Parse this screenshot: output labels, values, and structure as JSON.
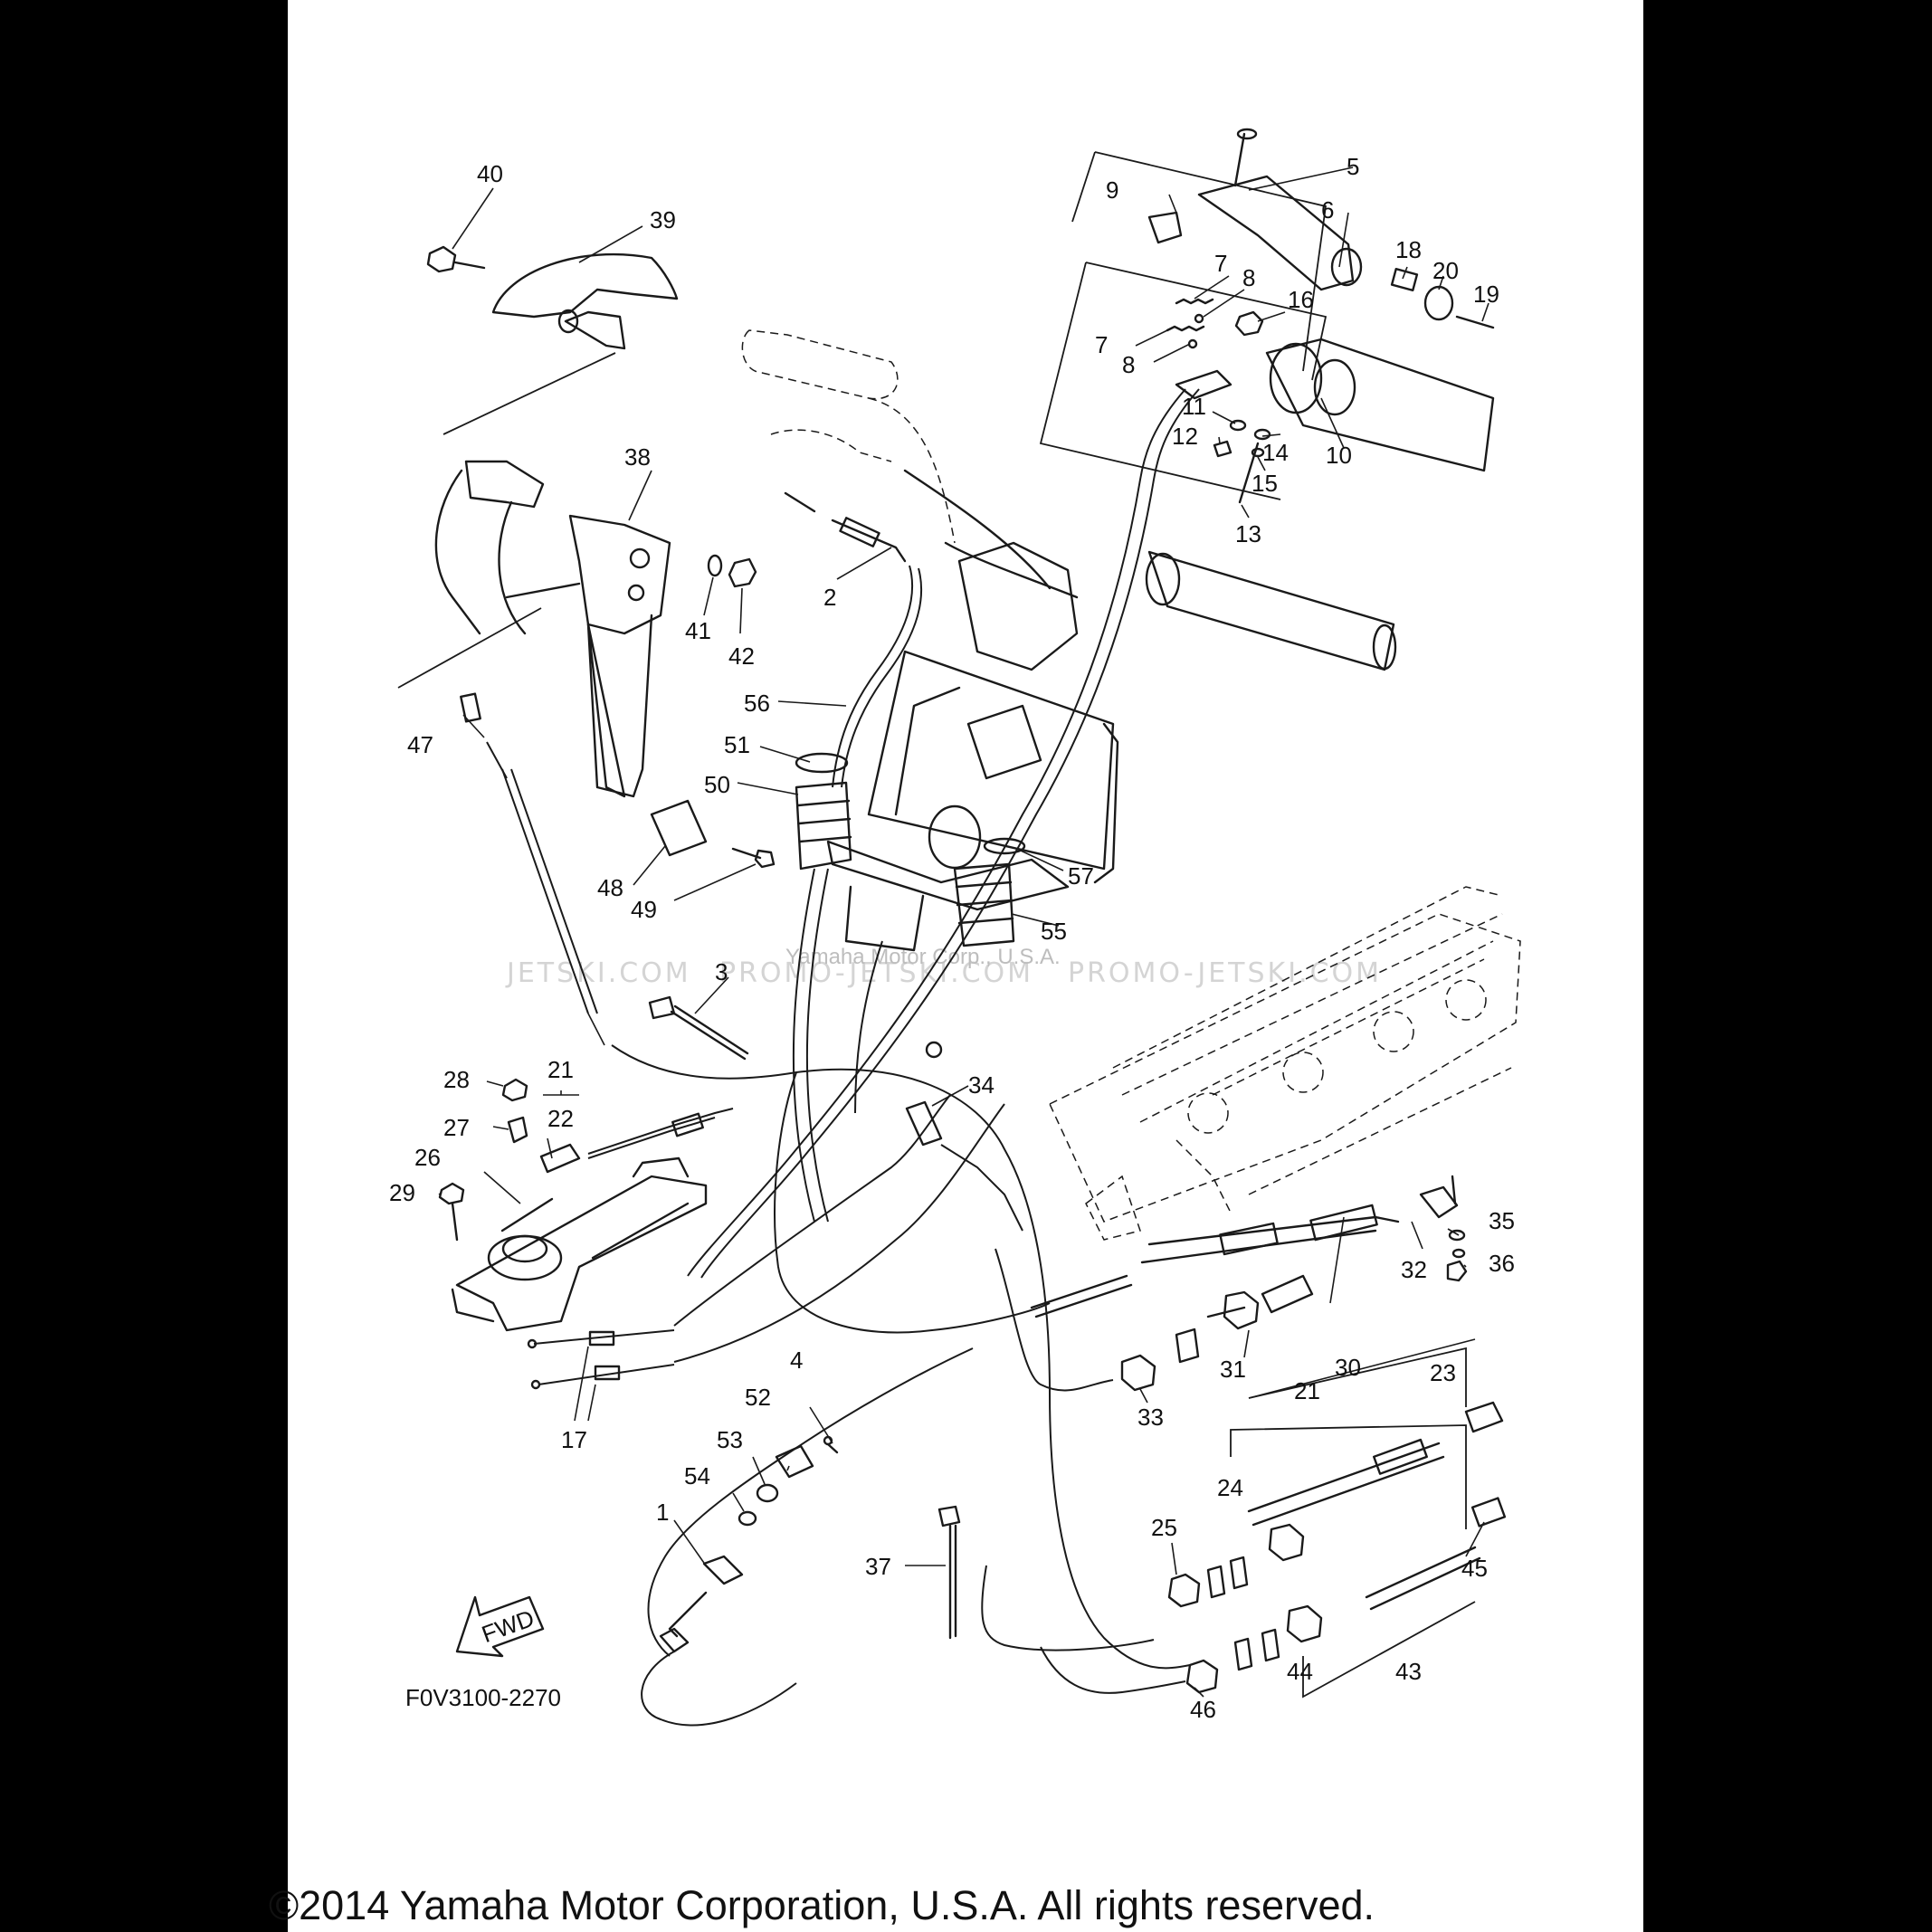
{
  "diagram": {
    "code": "F0V3100-2270",
    "fwd_label": "FWD",
    "copyright": "©2014 Yamaha Motor Corporation, U.S.A. All rights reserved.",
    "watermark": {
      "left": "JETSKI.COM",
      "center": "PROMO-JETSKI.COM",
      "right": "PROMO-JETSKI.COM",
      "credit": "Yamaha Motor Corp., U.S.A."
    },
    "callouts": {
      "n1": "1",
      "n2": "2",
      "n3": "3",
      "n4": "4",
      "n5": "5",
      "n6": "6",
      "n7a": "7",
      "n7b": "7",
      "n8a": "8",
      "n8b": "8",
      "n9": "9",
      "n10": "10",
      "n11": "11",
      "n12": "12",
      "n13": "13",
      "n14": "14",
      "n15": "15",
      "n16": "16",
      "n17": "17",
      "n18": "18",
      "n19": "19",
      "n20": "20",
      "n21a": "21",
      "n21b": "21",
      "n22": "22",
      "n23": "23",
      "n24": "24",
      "n25": "25",
      "n26": "26",
      "n27": "27",
      "n28": "28",
      "n29": "29",
      "n30": "30",
      "n31": "31",
      "n32": "32",
      "n33": "33",
      "n34": "34",
      "n35": "35",
      "n36": "36",
      "n37": "37",
      "n38": "38",
      "n39": "39",
      "n40": "40",
      "n41": "41",
      "n42": "42",
      "n43": "43",
      "n44": "44",
      "n45": "45",
      "n46": "46",
      "n47": "47",
      "n48": "48",
      "n49": "49",
      "n50": "50",
      "n51": "51",
      "n52": "52",
      "n53": "53",
      "n54": "54",
      "n55": "55",
      "n56": "56",
      "n57": "57"
    }
  }
}
